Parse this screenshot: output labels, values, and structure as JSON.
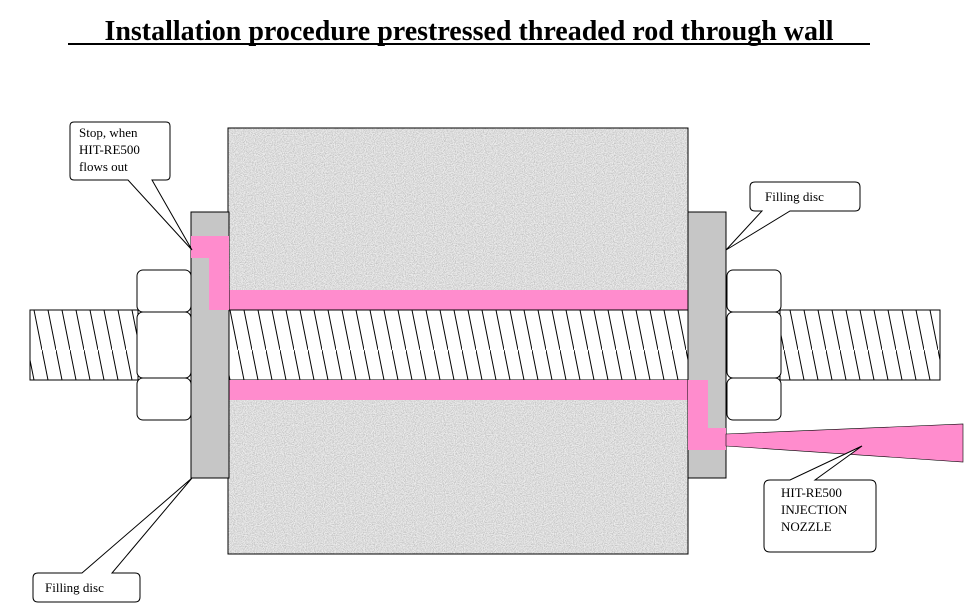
{
  "title": "Installation procedure prestressed threaded rod through wall",
  "callouts": {
    "stop": [
      "Stop, when",
      "HIT-RE500",
      "flows out"
    ],
    "filling_disc_right": "Filling disc",
    "filling_disc_left": "Filling disc",
    "nozzle": [
      "HIT-RE500",
      "INJECTION",
      "NOZZLE"
    ]
  },
  "colors": {
    "mortar": "#ff8ccd",
    "disc": "#c6c6c6",
    "concrete": "#9a9a9a",
    "outline": "#000000"
  }
}
